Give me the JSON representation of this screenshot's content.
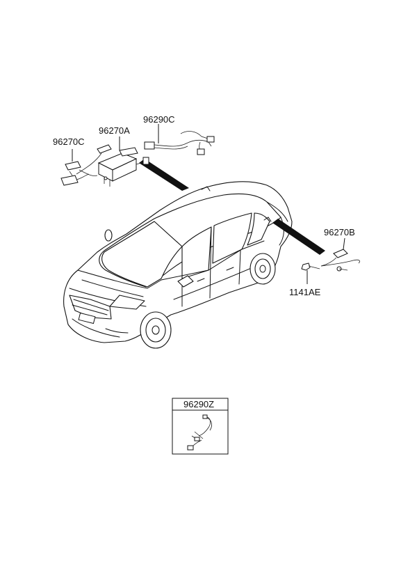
{
  "diagram": {
    "parts": [
      {
        "id": "96270C",
        "label": "96270C"
      },
      {
        "id": "96270A",
        "label": "96270A"
      },
      {
        "id": "96290C",
        "label": "96290C"
      },
      {
        "id": "96270B",
        "label": "96270B"
      },
      {
        "id": "1141AE",
        "label": "1141AE"
      }
    ],
    "inset": {
      "label": "96290Z"
    }
  }
}
